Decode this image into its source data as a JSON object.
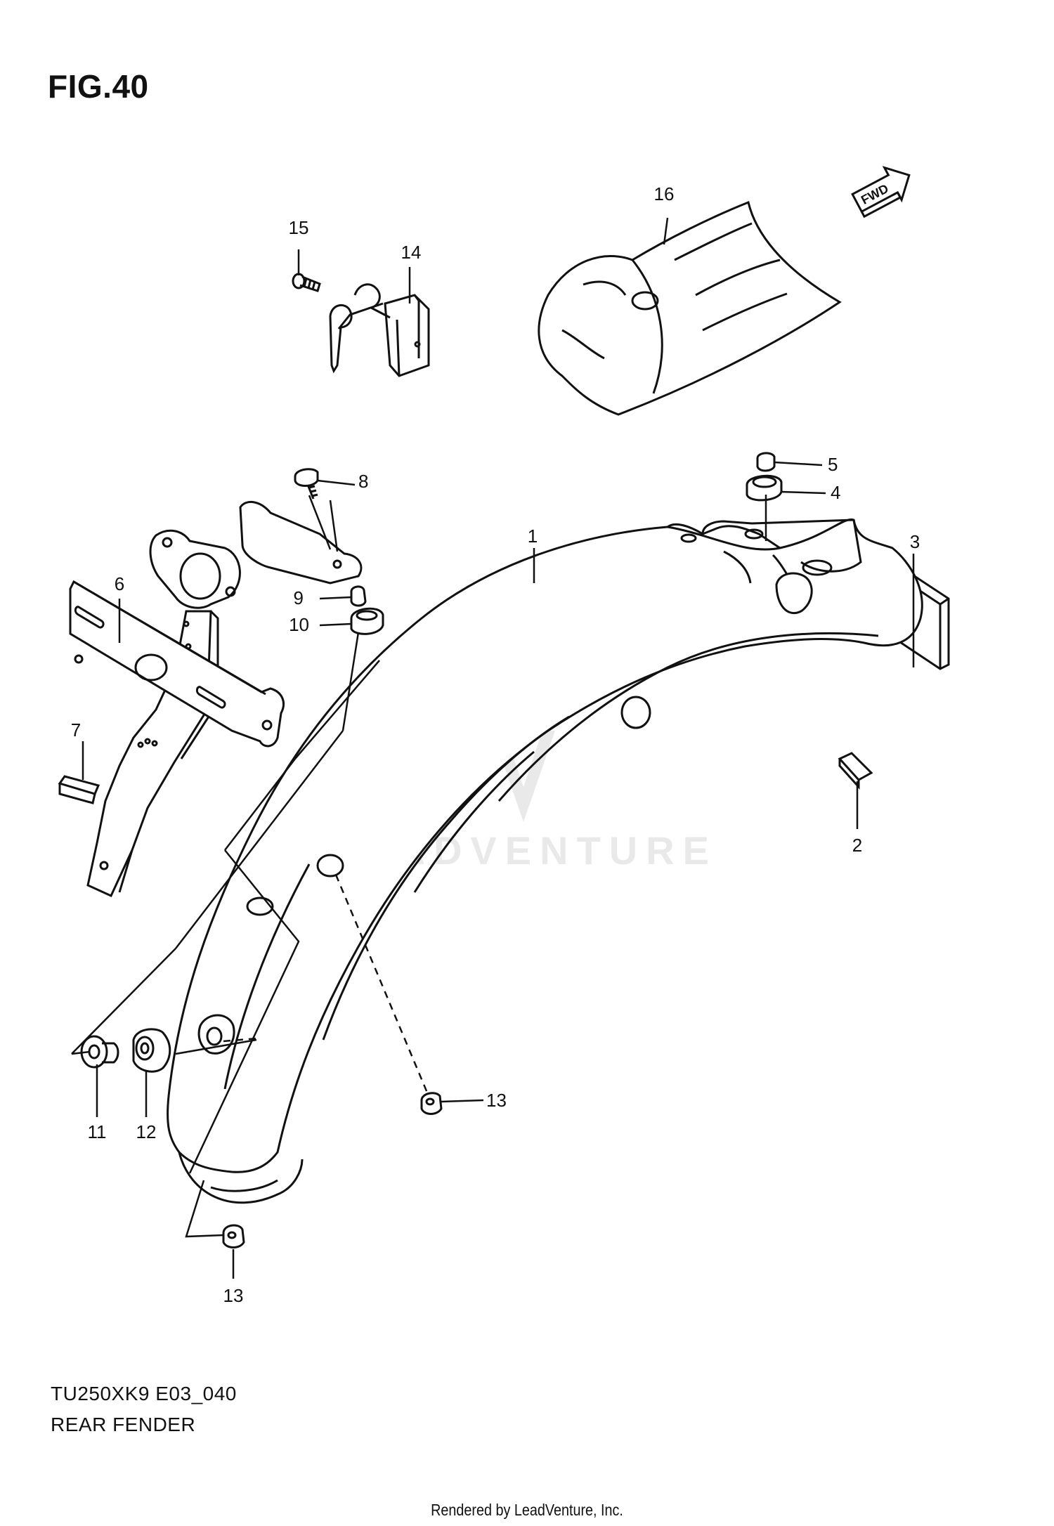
{
  "figure": {
    "title": "FIG.40",
    "fwd_label": "FWD"
  },
  "callouts": [
    {
      "id": "c1",
      "label": "1"
    },
    {
      "id": "c2",
      "label": "2"
    },
    {
      "id": "c3",
      "label": "3"
    },
    {
      "id": "c4",
      "label": "4"
    },
    {
      "id": "c5",
      "label": "5"
    },
    {
      "id": "c6",
      "label": "6"
    },
    {
      "id": "c7",
      "label": "7"
    },
    {
      "id": "c8",
      "label": "8"
    },
    {
      "id": "c9",
      "label": "9"
    },
    {
      "id": "c10",
      "label": "10"
    },
    {
      "id": "c11",
      "label": "11"
    },
    {
      "id": "c12",
      "label": "12"
    },
    {
      "id": "c13a",
      "label": "13"
    },
    {
      "id": "c13b",
      "label": "13"
    },
    {
      "id": "c14",
      "label": "14"
    },
    {
      "id": "c15",
      "label": "15"
    },
    {
      "id": "c16",
      "label": "16"
    }
  ],
  "watermark": {
    "text": "LEADVENTURE"
  },
  "footer": {
    "code": "TU250XK9 E03_040",
    "name": "REAR FENDER",
    "rendered_by": "Rendered by LeadVenture, Inc."
  }
}
